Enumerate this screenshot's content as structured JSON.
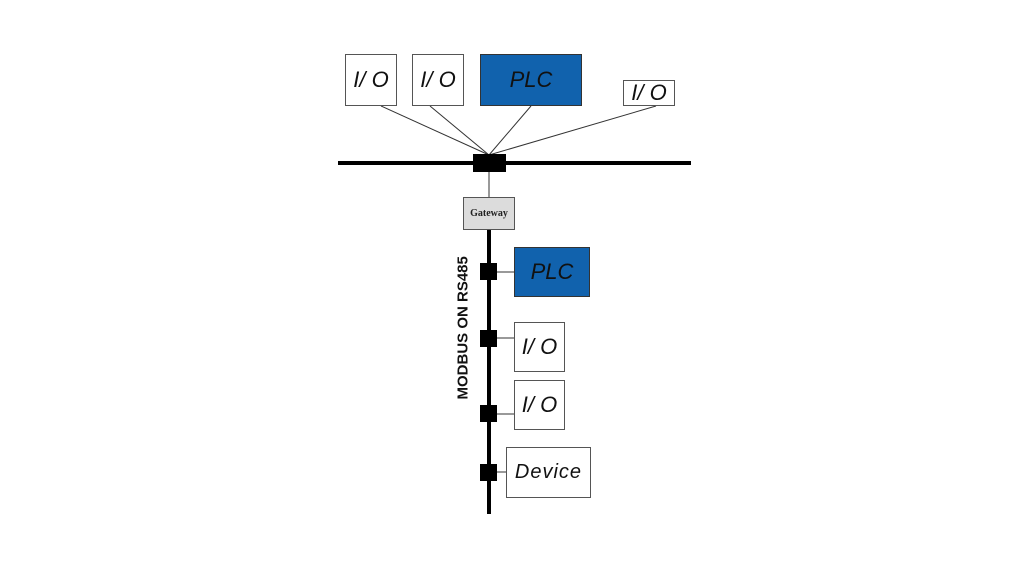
{
  "diagram": {
    "top_network": {
      "nodes": [
        {
          "id": "io1",
          "label": "I/ O",
          "type": "io"
        },
        {
          "id": "io2",
          "label": "I/ O",
          "type": "io"
        },
        {
          "id": "plc1",
          "label": "PLC",
          "type": "plc"
        },
        {
          "id": "io3",
          "label": "I/ O",
          "type": "io"
        }
      ]
    },
    "gateway": {
      "label": "Gateway"
    },
    "modbus_bus": {
      "label": "MODBUS ON RS485",
      "nodes": [
        {
          "id": "plc2",
          "label": "PLC",
          "type": "plc"
        },
        {
          "id": "io4",
          "label": "I/ O",
          "type": "io"
        },
        {
          "id": "io5",
          "label": "I/ O",
          "type": "io"
        },
        {
          "id": "device1",
          "label": "Device",
          "type": "device"
        }
      ]
    },
    "colors": {
      "plc_fill": "#1162ad",
      "gateway_fill": "#dcdcdc",
      "line": "#000000"
    }
  }
}
